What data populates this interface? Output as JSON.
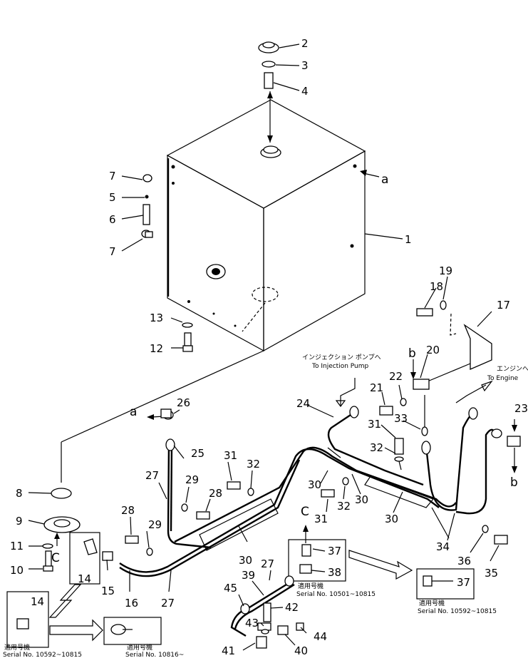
{
  "callouts": [
    "1",
    "2",
    "3",
    "4",
    "5",
    "6",
    "7",
    "7",
    "8",
    "9",
    "10",
    "11",
    "12",
    "13",
    "14",
    "14",
    "15",
    "16",
    "17",
    "18",
    "19",
    "20",
    "21",
    "22",
    "23",
    "24",
    "25",
    "26",
    "27",
    "27",
    "27",
    "28",
    "28",
    "29",
    "29",
    "30",
    "30",
    "30",
    "30",
    "31",
    "31",
    "31",
    "32",
    "32",
    "32",
    "33",
    "34",
    "35",
    "36",
    "37",
    "37",
    "38",
    "39",
    "40",
    "41",
    "42",
    "43",
    "44",
    "45"
  ],
  "letters": {
    "a_top": "a",
    "a_left": "a",
    "b_top": "b",
    "b_bottom": "b",
    "c_left": "C",
    "c_mid": "C"
  },
  "notes": {
    "injection_jp": "インジェクション ポンプへ",
    "injection_en": "To Injection Pump",
    "engine_jp": "エンジンへ",
    "engine_en": "To Engine"
  },
  "serial_boxes": {
    "left_a": {
      "jp": "適用号機",
      "serial": "Serial No. 10592~10815"
    },
    "left_b": {
      "jp": "適用号機",
      "serial": "Serial No. 10816~"
    },
    "mid": {
      "jp": "適用号機",
      "serial": "Serial No. 10501~10815"
    },
    "right": {
      "jp": "適用号機",
      "serial": "Serial No. 10592~10815"
    }
  }
}
